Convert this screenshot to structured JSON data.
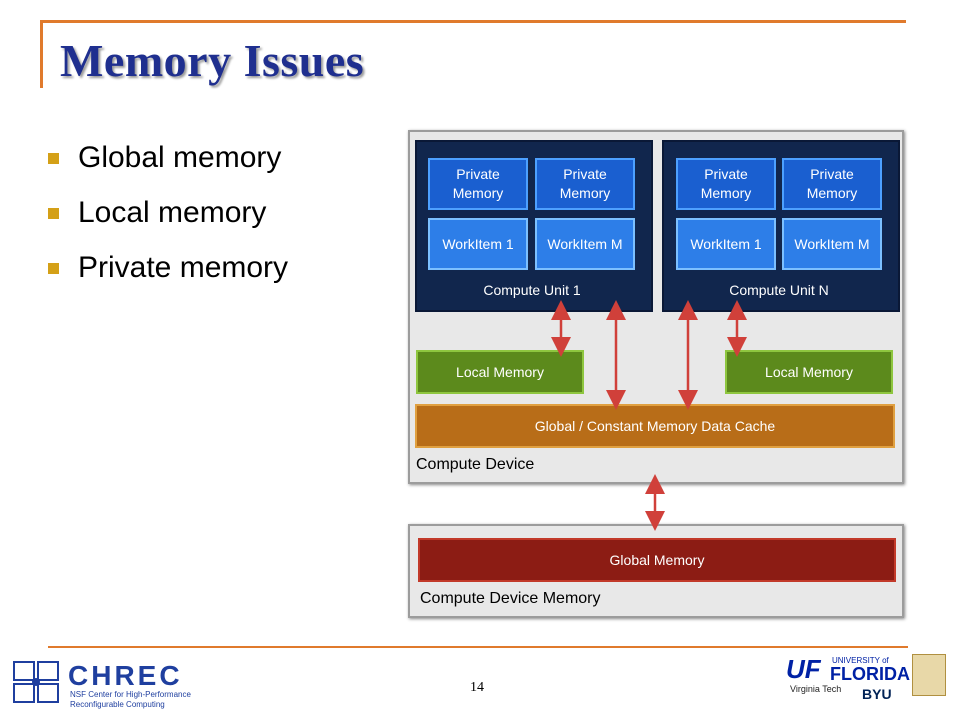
{
  "slide": {
    "title": "Memory Issues",
    "bullets": [
      "Global memory",
      "Local memory",
      "Private memory"
    ],
    "page_number": "14"
  },
  "diagram": {
    "compute_units": [
      {
        "label": "Compute Unit 1",
        "private_memories": [
          "Private Memory",
          "Private Memory"
        ],
        "work_items": [
          "WorkItem 1",
          "WorkItem M"
        ]
      },
      {
        "label": "Compute Unit N",
        "private_memories": [
          "Private Memory",
          "Private Memory"
        ],
        "work_items": [
          "WorkItem 1",
          "WorkItem M"
        ]
      }
    ],
    "local_memories": [
      "Local Memory",
      "Local Memory"
    ],
    "cache_label": "Global / Constant Memory Data Cache",
    "device_label": "Compute Device",
    "global_memory_label": "Global Memory",
    "device_memory_label": "Compute Device Memory"
  },
  "footer": {
    "chrec_name": "CHREC",
    "chrec_subtitle_1": "NSF Center for High-Performance",
    "chrec_subtitle_2": "Reconfigurable Computing",
    "uf_short": "UF",
    "uf_university": "UNIVERSITY of",
    "uf_florida": "FLORIDA",
    "vt": "Virginia Tech",
    "byu": "BYU"
  },
  "colors": {
    "title": "#1f2f8f",
    "accent_line": "#e07a2c",
    "bullet": "#d4a017",
    "arrow": "#d0403a"
  }
}
